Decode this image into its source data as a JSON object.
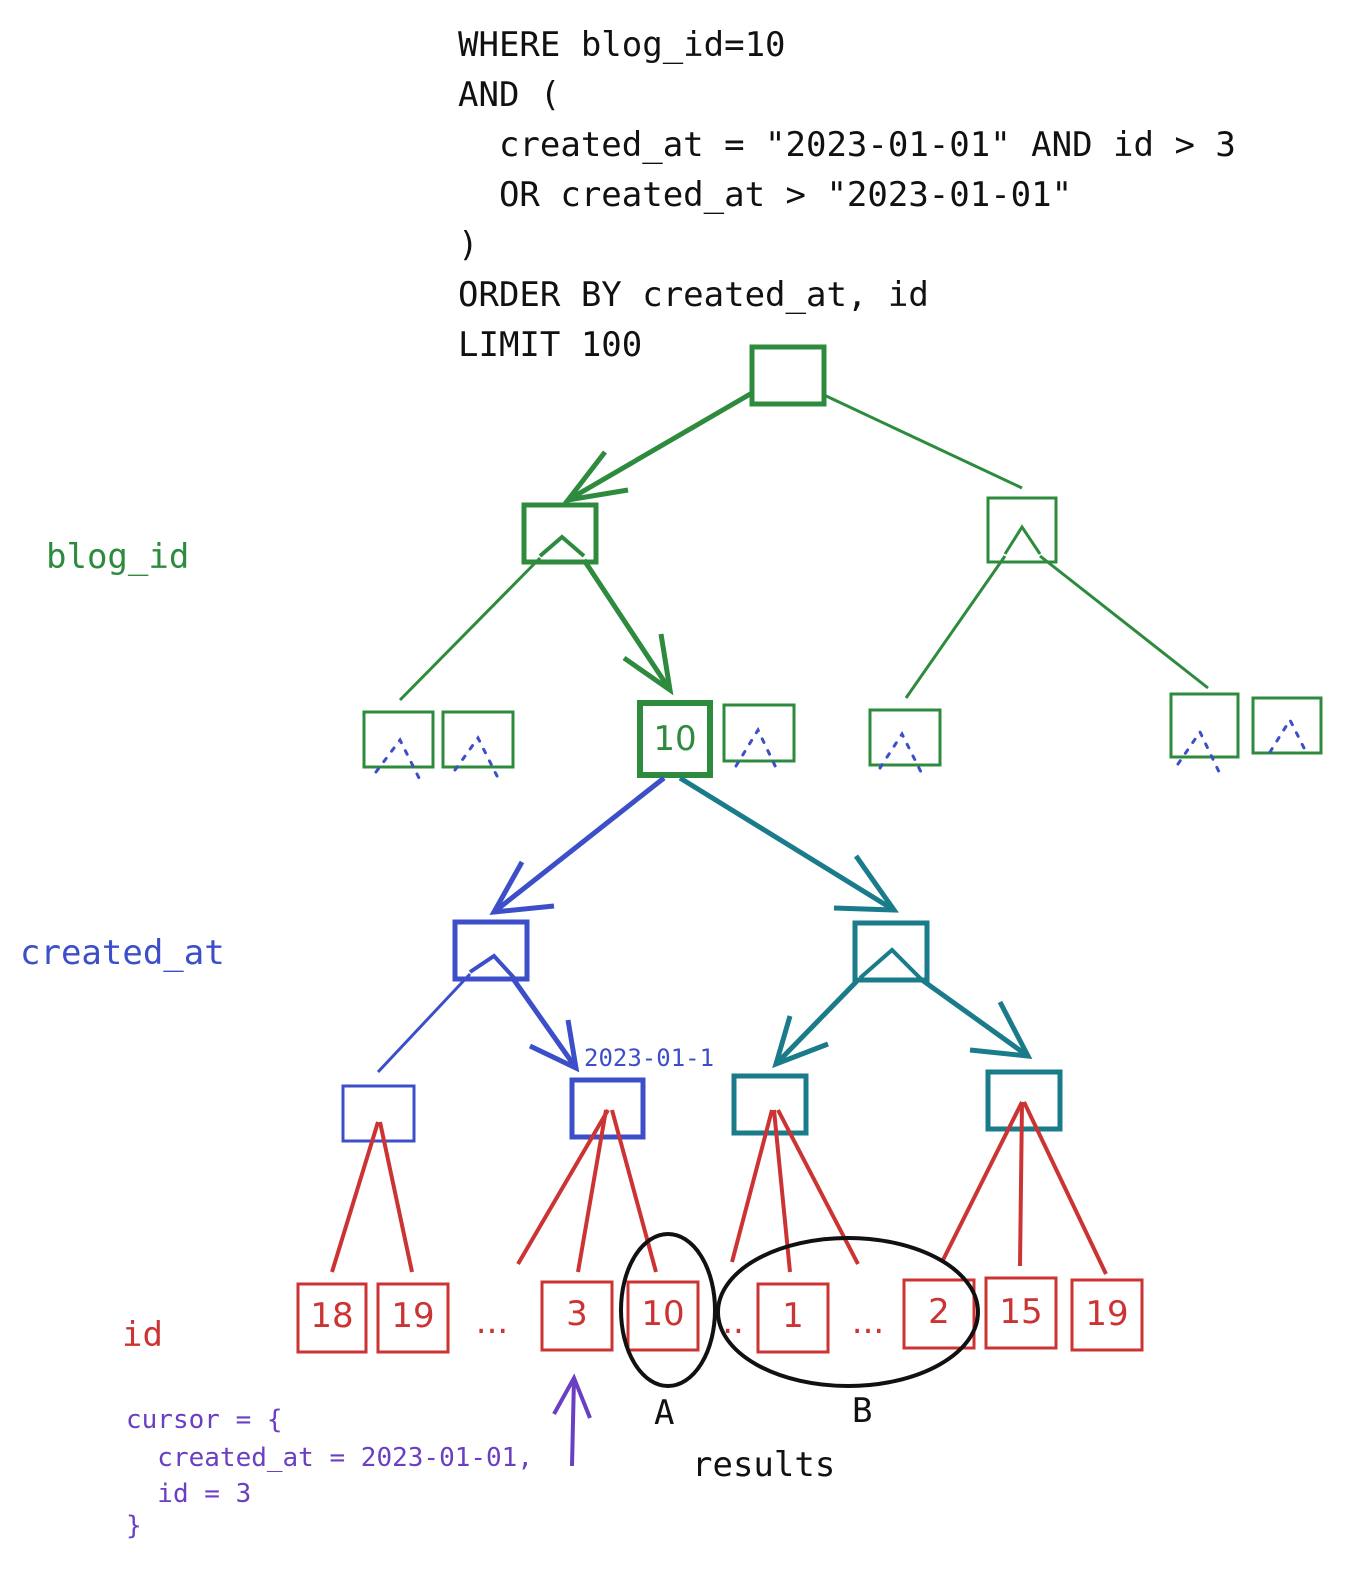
{
  "query": {
    "lines": [
      "WHERE blog_id=10",
      "AND (",
      "  created_at = \"2023-01-01\" AND id > 3",
      "  OR created_at > \"2023-01-01\"",
      ")",
      "ORDER BY created_at, id",
      "LIMIT 100"
    ]
  },
  "levels": {
    "blog_id": "blog_id",
    "created_at": "created_at",
    "id": "id"
  },
  "nodes": {
    "blog_10": "10",
    "date_node": "2023-01-1",
    "leaves": [
      "18",
      "19",
      "...",
      "3",
      "10",
      "..",
      "1",
      "...",
      "2",
      "15",
      "19"
    ]
  },
  "groups": {
    "a": "A",
    "b": "B",
    "results": "results"
  },
  "cursor": {
    "lines": [
      "cursor = {",
      "  created_at = 2023-01-01,",
      "  id = 3",
      "}"
    ]
  },
  "colors": {
    "green": "#2e8b3e",
    "blue": "#3c4fc9",
    "teal": "#1a7b8a",
    "red": "#cc3333",
    "purple": "#6a3fc4",
    "black": "#111111"
  }
}
